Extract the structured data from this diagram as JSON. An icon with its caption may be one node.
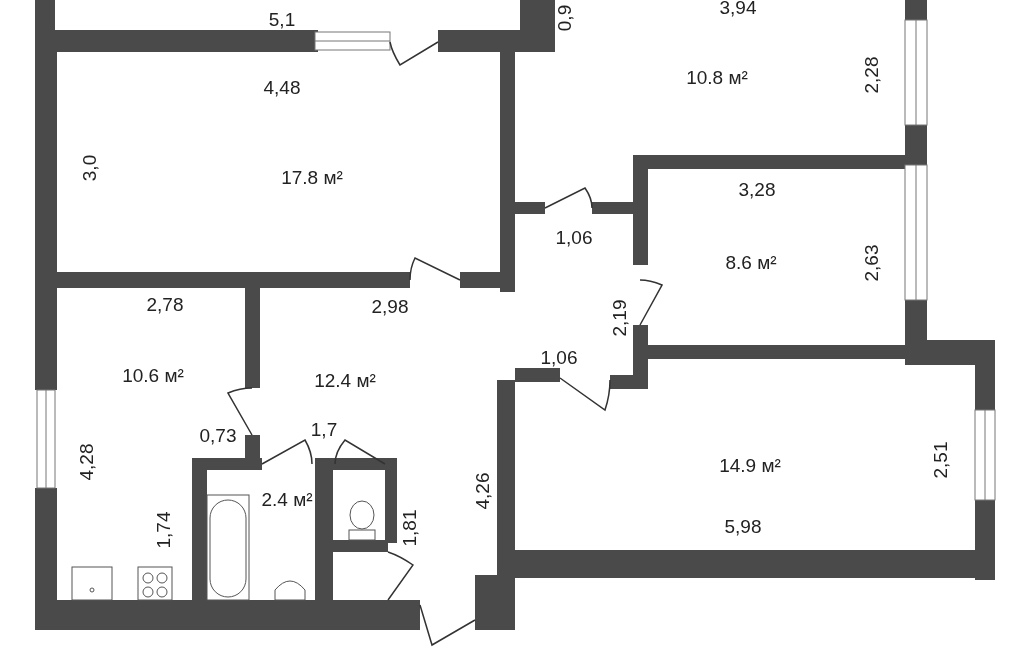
{
  "diagram": {
    "labels": [
      "5,1",
      "0,9",
      "3,94",
      "4,48",
      "10.8 м²",
      "2,28",
      "3,0",
      "17.8 м²",
      "3,28",
      "1,06",
      "8.6 м²",
      "2,63",
      "2,19",
      "2,78",
      "2,98",
      "10.6 м²",
      "12.4 м²",
      "1,06",
      "0,73",
      "1,7",
      "4,28",
      "14.9 м²",
      "2,51",
      "2.4 м²",
      "4,26",
      "1,74",
      "1,81",
      "5,98"
    ]
  }
}
